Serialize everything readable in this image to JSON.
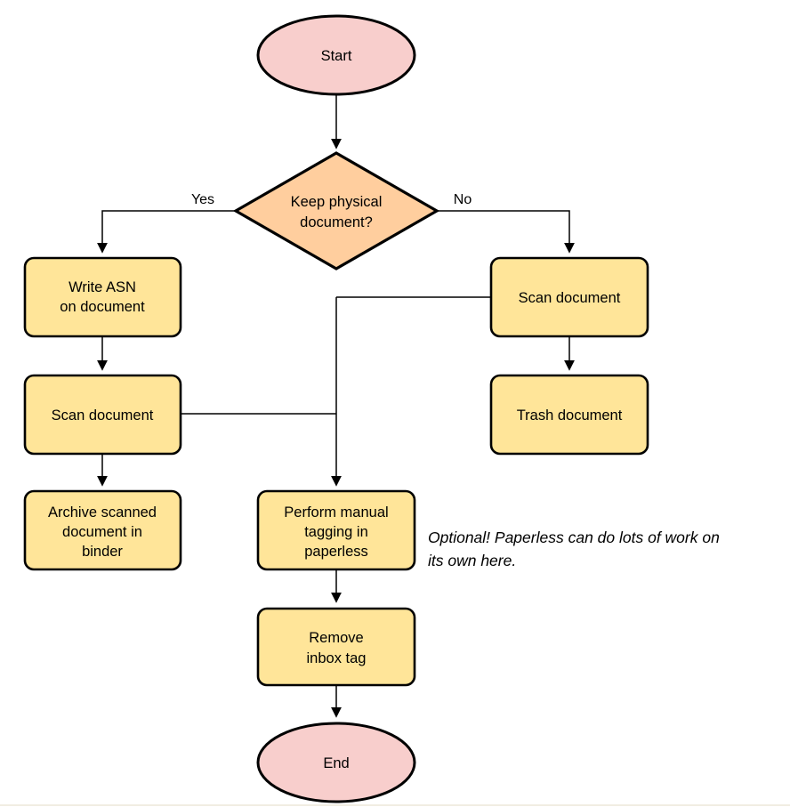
{
  "diagram": {
    "nodes": {
      "start": {
        "shape": "ellipse",
        "label": "Start"
      },
      "decision": {
        "shape": "diamond",
        "lines": [
          "Keep physical",
          "document?"
        ]
      },
      "write_asn": {
        "shape": "rect",
        "lines": [
          "Write ASN",
          "on document"
        ]
      },
      "scan_left": {
        "shape": "rect",
        "label": "Scan document"
      },
      "archive": {
        "shape": "rect",
        "lines": [
          "Archive scanned",
          "document in",
          "binder"
        ]
      },
      "scan_right": {
        "shape": "rect",
        "label": "Scan document"
      },
      "trash": {
        "shape": "rect",
        "label": "Trash document"
      },
      "tagging": {
        "shape": "rect",
        "lines": [
          "Perform manual",
          "tagging in",
          "paperless"
        ]
      },
      "remove_inbox": {
        "shape": "rect",
        "lines": [
          "Remove",
          "inbox tag"
        ]
      },
      "end": {
        "shape": "ellipse",
        "label": "End"
      }
    },
    "edge_labels": {
      "yes": "Yes",
      "no": "No"
    },
    "annotation": {
      "lines": [
        "Optional! Paperless can do lots of work on",
        "its own here."
      ]
    },
    "colors": {
      "terminator_fill": "#f8cecc",
      "decision_fill": "#ffce9e",
      "process_fill": "#ffe599",
      "stroke": "#000000",
      "bottom_rule": "#f1ede2"
    }
  }
}
